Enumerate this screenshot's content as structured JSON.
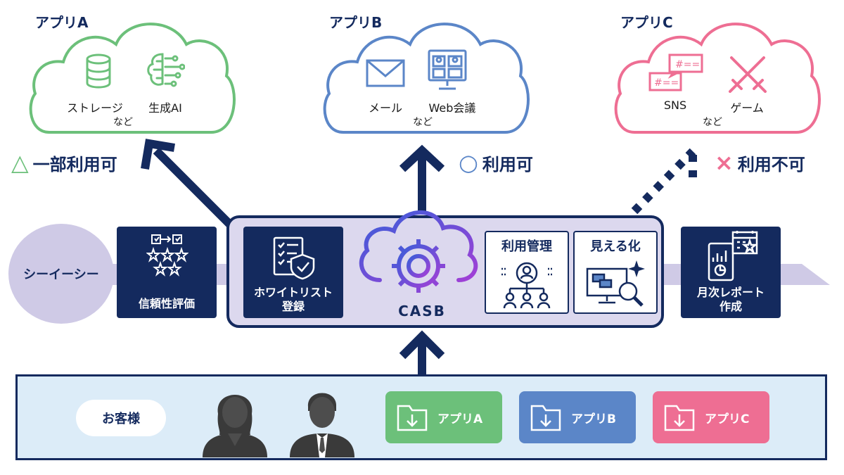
{
  "clouds": [
    {
      "title": "アプリA",
      "items": [
        "ストレージ",
        "生成AI"
      ],
      "nado": "など",
      "status": "一部利用可",
      "color": "#6cc07a"
    },
    {
      "title": "アプリB",
      "items": [
        "メール",
        "Web会議"
      ],
      "nado": "など",
      "status": "利用可",
      "color": "#5b86c8"
    },
    {
      "title": "アプリC",
      "items": [
        "SNS",
        "ゲーム"
      ],
      "nado": "など",
      "status": "利用不可",
      "color": "#ee6e93"
    }
  ],
  "status_symbols": {
    "partial": "△",
    "ok": "○",
    "ng": "×"
  },
  "pipeline": {
    "start_label": "シーイーシー",
    "trust_eval": "信頼性評価",
    "whitelist": [
      "ホワイトリスト",
      "登録"
    ],
    "casb_label": "CASB",
    "usage_mgmt": "利用管理",
    "visualize": "見える化",
    "monthly_report": [
      "月次レポート",
      "作成"
    ]
  },
  "customer": {
    "label": "お客様",
    "apps": [
      {
        "label": "アプリA",
        "color": "#6cc07a"
      },
      {
        "label": "アプリB",
        "color": "#5b86c8"
      },
      {
        "label": "アプリC",
        "color": "#ee6e93"
      }
    ]
  },
  "colors": {
    "navy": "#142a5e",
    "band": "#cfcae6",
    "panel": "#dcecf8",
    "purple": "#7a3fd9"
  }
}
